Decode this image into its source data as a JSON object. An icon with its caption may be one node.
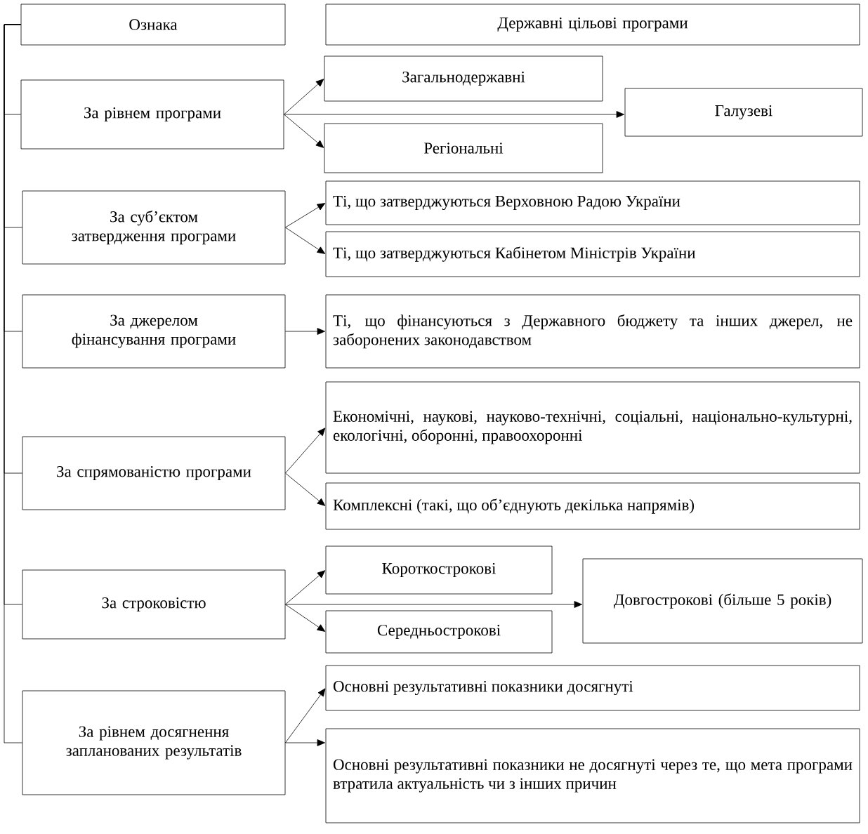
{
  "diagram": {
    "nodes": [
      {
        "text": [
          "Ознака"
        ]
      },
      {
        "text": [
          "Державні цільові програми"
        ]
      },
      {
        "text": [
          "За рівнем програми"
        ]
      },
      {
        "text": [
          "Загальнодержавні"
        ]
      },
      {
        "text": [
          "Регіональні"
        ]
      },
      {
        "text": [
          "Галузеві"
        ]
      },
      {
        "text": [
          "За суб’єктом затвердження програми"
        ]
      },
      {
        "text": [
          "Ті, що затверджуються Верховною Радою України"
        ]
      },
      {
        "text": [
          "Ті, що затверджуються Кабінетом Міністрів України"
        ]
      },
      {
        "text": [
          "За джерелом фінансування програми"
        ]
      },
      {
        "text": [
          "Ті, що фінансуються з Державного бюджету та інших джерел, не заборонених законодавством"
        ]
      },
      {
        "text": [
          "За спрямованістю програми"
        ]
      },
      {
        "text": [
          "Економічні, наукові, науково-технічні, соціальні, національно-культурні, екологічні, оборонні, правоохоронні"
        ]
      },
      {
        "text": [
          "Комплексні (такі, що об’єднують декілька напрямів)"
        ]
      },
      {
        "text": [
          "За строковістю"
        ]
      },
      {
        "text": [
          "Короткострокові"
        ]
      },
      {
        "text": [
          "Середньострокові"
        ]
      },
      {
        "text": [
          "Довгострокові (більше 5 років)"
        ]
      },
      {
        "text": [
          "За рівнем досягнення запланованих результатів"
        ]
      },
      {
        "text": [
          "Основні результативні показники досягнуті"
        ]
      },
      {
        "text": [
          "Основні результативні показники не досягнуті через те, що мета програми втратила актуальність чи з інших причин"
        ]
      }
    ],
    "edges": [
      {
        "from": 0,
        "to": 2,
        "arrow": "none"
      },
      {
        "from": 0,
        "to": 6,
        "arrow": "none"
      },
      {
        "from": 0,
        "to": 9,
        "arrow": "none"
      },
      {
        "from": 0,
        "to": 11,
        "arrow": "none"
      },
      {
        "from": 0,
        "to": 14,
        "arrow": "none"
      },
      {
        "from": 0,
        "to": 18,
        "arrow": "none"
      },
      {
        "from": 2,
        "to": 3,
        "arrow": "to"
      },
      {
        "from": 2,
        "to": 4,
        "arrow": "to"
      },
      {
        "from": 2,
        "to": 5,
        "arrow": "to"
      },
      {
        "from": 6,
        "to": 7,
        "arrow": "to"
      },
      {
        "from": 6,
        "to": 8,
        "arrow": "to"
      },
      {
        "from": 9,
        "to": 10,
        "arrow": "to"
      },
      {
        "from": 11,
        "to": 12,
        "arrow": "to"
      },
      {
        "from": 11,
        "to": 13,
        "arrow": "to"
      },
      {
        "from": 14,
        "to": 15,
        "arrow": "to"
      },
      {
        "from": 14,
        "to": 16,
        "arrow": "to"
      },
      {
        "from": 14,
        "to": 17,
        "arrow": "to"
      },
      {
        "from": 18,
        "to": 19,
        "arrow": "to"
      },
      {
        "from": 18,
        "to": 20,
        "arrow": "to"
      }
    ]
  }
}
